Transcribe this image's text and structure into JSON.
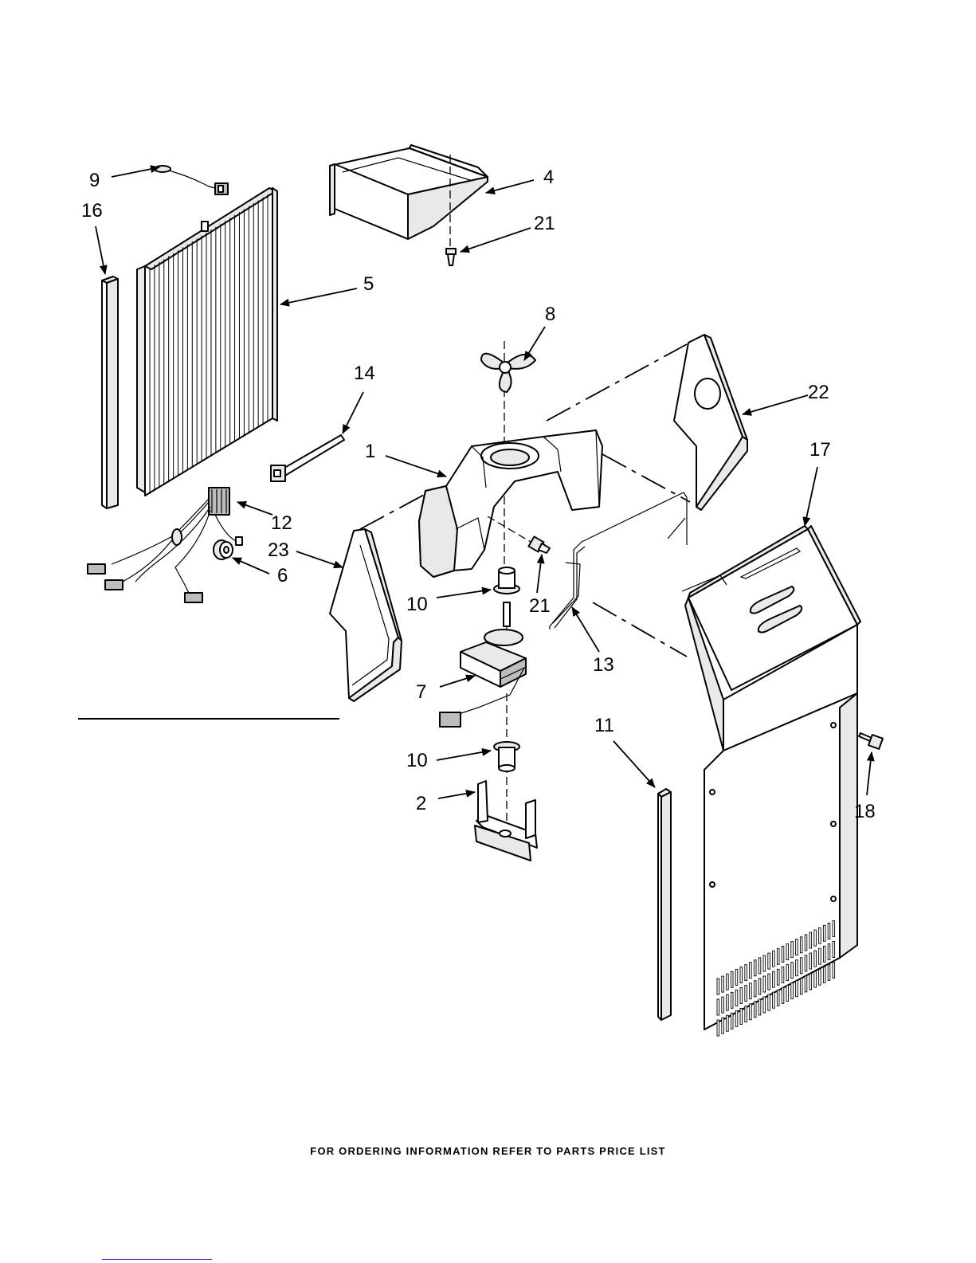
{
  "footer": {
    "text": "FOR ORDERING INFORMATION REFER TO PARTS PRICE LIST"
  },
  "callouts": [
    {
      "id": "c9",
      "label": "9"
    },
    {
      "id": "c16",
      "label": "16"
    },
    {
      "id": "c4",
      "label": "4"
    },
    {
      "id": "c21a",
      "label": "21"
    },
    {
      "id": "c5",
      "label": "5"
    },
    {
      "id": "c8",
      "label": "8"
    },
    {
      "id": "c14",
      "label": "14"
    },
    {
      "id": "c22",
      "label": "22"
    },
    {
      "id": "c1",
      "label": "1"
    },
    {
      "id": "c17",
      "label": "17"
    },
    {
      "id": "c12",
      "label": "12"
    },
    {
      "id": "c23",
      "label": "23"
    },
    {
      "id": "c6",
      "label": "6"
    },
    {
      "id": "c10a",
      "label": "10"
    },
    {
      "id": "c21b",
      "label": "21"
    },
    {
      "id": "c13",
      "label": "13"
    },
    {
      "id": "c7",
      "label": "7"
    },
    {
      "id": "c11",
      "label": "11"
    },
    {
      "id": "c10b",
      "label": "10"
    },
    {
      "id": "c18",
      "label": "18"
    },
    {
      "id": "c2",
      "label": "2"
    }
  ]
}
